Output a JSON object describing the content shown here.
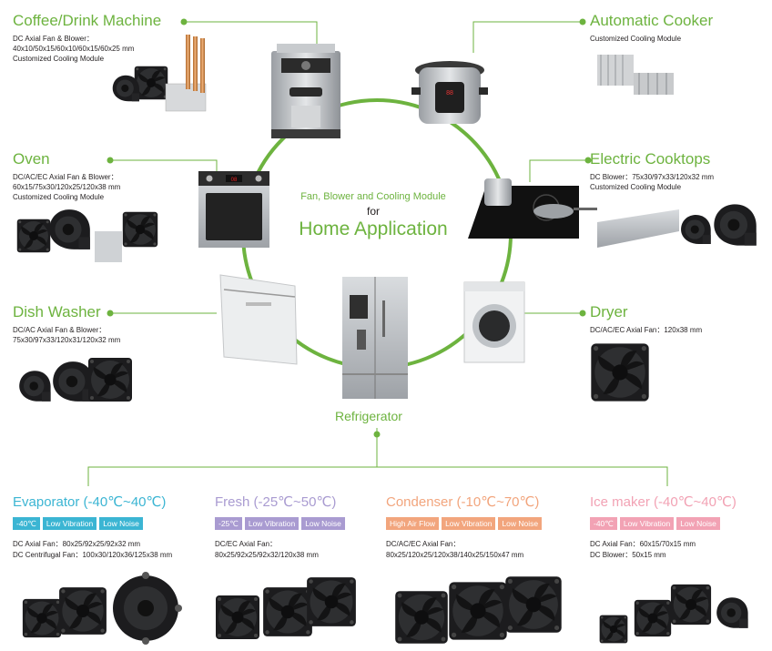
{
  "colors": {
    "accent_green": "#6db33f",
    "evaporator": "#3bb5d3",
    "fresh": "#a99bd1",
    "condenser": "#f2a57d",
    "icemaker": "#f2a2b4"
  },
  "center": {
    "subtitle": "Fan, Blower and Cooling Module",
    "for": "for",
    "title": "Home Application"
  },
  "apps": {
    "coffee": {
      "title": "Coffee/Drink Machine",
      "lines": [
        "DC Axial Fan & Blower：",
        "40x10/50x15/60x10/60x15/60x25 mm",
        "Customized Cooling Module"
      ]
    },
    "oven": {
      "title": "Oven",
      "lines": [
        "DC/AC/EC Axial Fan & Blower：",
        "60x15/75x30/120x25/120x38 mm",
        "Customized Cooling Module"
      ]
    },
    "dishwasher": {
      "title": "Dish Washer",
      "lines": [
        "DC/AC Axial Fan & Blower：",
        "75x30/97x33/120x31/120x32 mm"
      ]
    },
    "cooker": {
      "title": "Automatic Cooker",
      "lines": [
        "Customized Cooling Module"
      ]
    },
    "cooktops": {
      "title": "Electric Cooktops",
      "lines": [
        "DC Blower：75x30/97x33/120x32 mm",
        "Customized Cooling Module"
      ]
    },
    "dryer": {
      "title": "Dryer",
      "lines": [
        "DC/AC/EC Axial Fan：120x38 mm"
      ]
    }
  },
  "refrigerator": {
    "label": "Refrigerator",
    "columns": [
      {
        "title": "Evaporator (-40℃~40℃)",
        "tags": [
          "-40℃",
          "Low Vibration",
          "Low Noise"
        ],
        "specs": [
          "DC Axial Fan：80x25/92x25/92x32 mm",
          "DC Centrifugal Fan：100x30/120x36/125x38 mm"
        ]
      },
      {
        "title": "Fresh (-25℃~50℃)",
        "tags": [
          "-25℃",
          "Low Vibration",
          "Low Noise"
        ],
        "specs": [
          "DC/EC Axial Fan：",
          "80x25/92x25/92x32/120x38 mm"
        ]
      },
      {
        "title": "Condenser (-10℃~70℃)",
        "tags": [
          "High Air Flow",
          "Low Vibration",
          "Low Noise"
        ],
        "specs": [
          "DC/AC/EC Axial Fan：",
          "80x25/120x25/120x38/140x25/150x47 mm"
        ]
      },
      {
        "title": "Ice maker (-40℃~40℃)",
        "tags": [
          "-40℃",
          "Low Vibration",
          "Low Noise"
        ],
        "specs": [
          "DC Axial Fan：60x15/70x15 mm",
          "DC Blower：50x15 mm"
        ]
      }
    ]
  }
}
